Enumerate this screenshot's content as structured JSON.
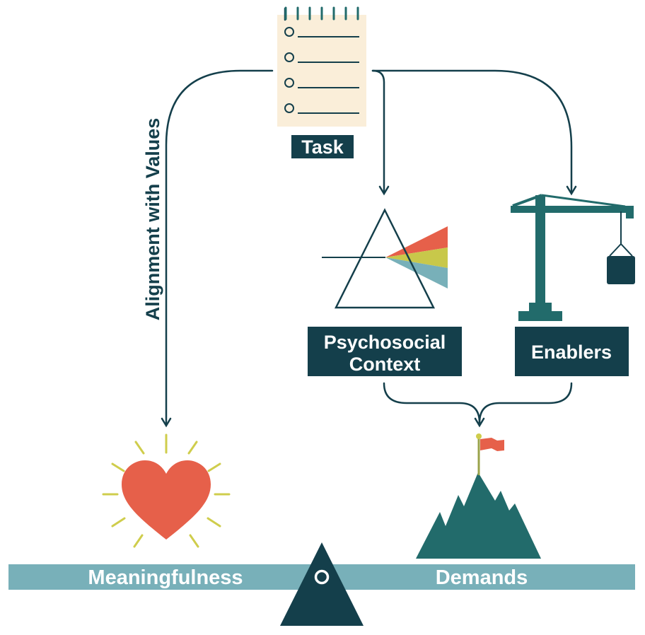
{
  "labels": {
    "task": "Task",
    "psychosocial_line1": "Psychosocial",
    "psychosocial_line2": "Context",
    "enablers": "Enablers",
    "alignment": "Alignment with Values",
    "meaningfulness": "Meaningfulness",
    "demands": "Demands"
  },
  "icons": {
    "task": "notepad-checklist-icon",
    "psychosocial": "prism-icon",
    "enablers": "crane-icon",
    "meaningfulness": "heart-icon",
    "demands": "mountain-flag-icon",
    "fulcrum": "triangle-fulcrum-icon"
  },
  "colors": {
    "dark_teal": "#143f4b",
    "teal": "#226b6b",
    "beam": "#78b0b9",
    "heart": "#e6604a",
    "rays": "#cfcd4c",
    "notepad": "#faeed9",
    "prism_red": "#e6604a",
    "prism_yellow": "#c8c84a",
    "prism_blue": "#78b0b9"
  }
}
